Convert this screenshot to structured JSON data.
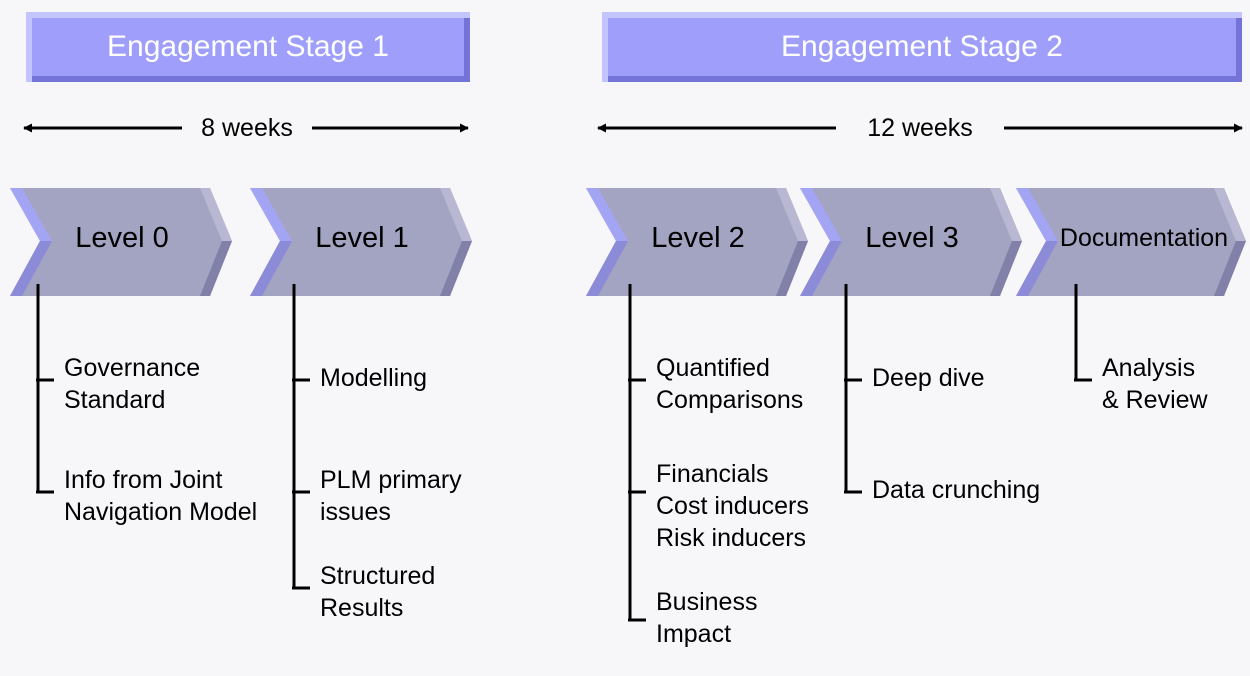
{
  "stages": [
    {
      "title": "Engagement Stage 1",
      "duration": "8 weeks"
    },
    {
      "title": "Engagement Stage 2",
      "duration": "12 weeks"
    }
  ],
  "levels": [
    {
      "label": "Level 0",
      "items": [
        "Governance\nStandard",
        "Info from Joint\nNavigation Model"
      ]
    },
    {
      "label": "Level 1",
      "items": [
        "Modelling",
        "PLM primary\nissues",
        "Structured\nResults"
      ]
    },
    {
      "label": "Level 2",
      "items": [
        "Quantified\nComparisons",
        "Financials\nCost inducers\nRisk inducers",
        "Business\nImpact"
      ]
    },
    {
      "label": "Level 3",
      "items": [
        "Deep dive",
        "Data crunching"
      ]
    },
    {
      "label": "Documentation",
      "items": [
        "Analysis\n& Review"
      ]
    }
  ],
  "colors": {
    "banner": "#9f9ffb",
    "chevron_face": "#a3a3c2",
    "chevron_left": "#a4a4f4",
    "chevron_dark": "#8080a8",
    "background": "#f7f7fa"
  }
}
